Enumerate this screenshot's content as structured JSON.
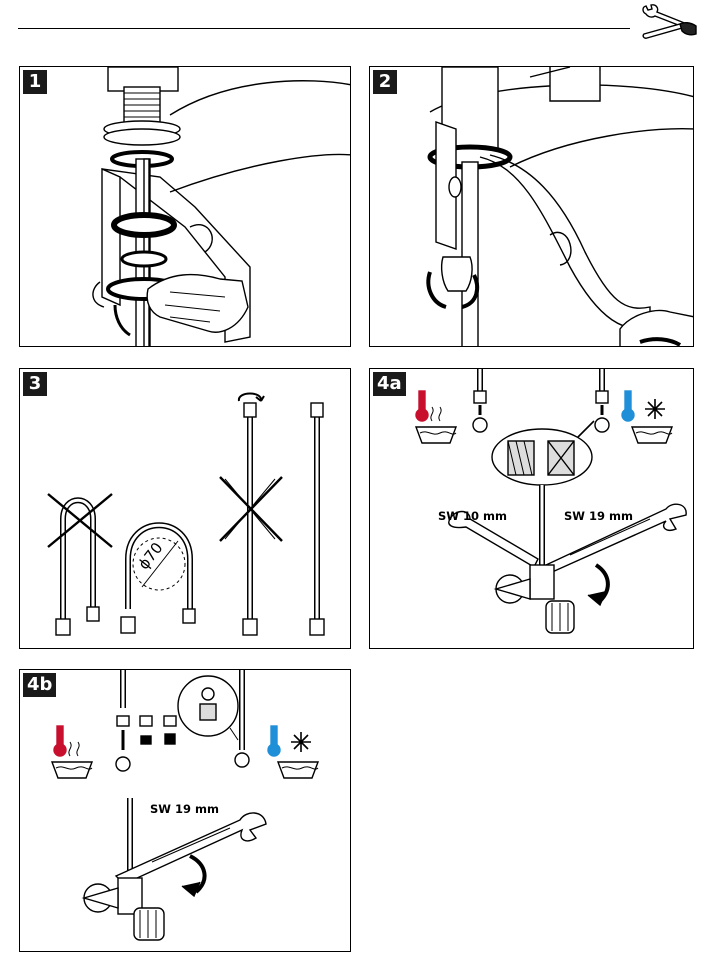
{
  "panels": {
    "p1": {
      "badge": "1"
    },
    "p2": {
      "badge": "2"
    },
    "p3": {
      "badge": "3",
      "dimension_label": "ϕ70"
    },
    "p4a": {
      "badge": "4a",
      "wrench_small_label": "SW 10 mm",
      "wrench_large_label": "SW 19 mm"
    },
    "p4b": {
      "badge": "4b",
      "wrench_label": "SW 19 mm"
    }
  },
  "icons": {
    "header": "tools-icon",
    "hot_water": "hot-water-thermometer-icon",
    "cold_water": "cold-water-snowflake-icon"
  },
  "colors": {
    "hot": "#c8102e",
    "cold": "#1f8fd8",
    "ink": "#000000"
  }
}
